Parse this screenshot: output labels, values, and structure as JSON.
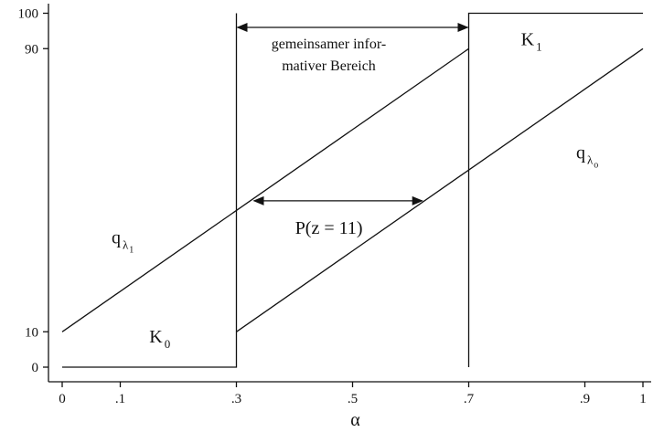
{
  "chart_data": {
    "type": "line",
    "xlabel": "α",
    "ylabel": "",
    "xlim": [
      0,
      1
    ],
    "ylim": [
      0,
      100
    ],
    "x_ticks": [
      {
        "value": 0,
        "label": "0"
      },
      {
        "value": 0.1,
        "label": ".1"
      },
      {
        "value": 0.3,
        "label": ".3"
      },
      {
        "value": 0.5,
        "label": ".5"
      },
      {
        "value": 0.7,
        "label": ".7"
      },
      {
        "value": 0.9,
        "label": ".9"
      },
      {
        "value": 1,
        "label": "1"
      }
    ],
    "y_ticks": [
      {
        "value": 0,
        "label": "0"
      },
      {
        "value": 10,
        "label": "10"
      },
      {
        "value": 90,
        "label": "90"
      },
      {
        "value": 100,
        "label": "100"
      }
    ],
    "series": [
      {
        "key": "q1",
        "x": [
          0,
          0.7
        ],
        "y": [
          10,
          90
        ]
      },
      {
        "key": "q0",
        "x": [
          0.3,
          1
        ],
        "y": [
          10,
          90
        ]
      },
      {
        "key": "k0",
        "x": [
          0,
          0.3,
          0.3
        ],
        "y": [
          0,
          0,
          100
        ]
      },
      {
        "key": "k1",
        "x": [
          0.7,
          0.7,
          1
        ],
        "y": [
          0,
          100,
          100
        ]
      }
    ],
    "annotations": {
      "k0_label": {
        "main": "K",
        "sub": "0",
        "x": 0.15,
        "y": 7
      },
      "k1_label": {
        "main": "K",
        "sub": "1",
        "x": 0.79,
        "y": 91
      },
      "q1_label": {
        "main": "q",
        "sub": "λ",
        "subsub": "1",
        "x": 0.085,
        "y": 35
      },
      "q0_label": {
        "main": "q",
        "sub": "λ",
        "subsub": "o",
        "x": 0.885,
        "y": 59
      },
      "shared_region": {
        "line1": "gemeinsamer infor-",
        "line2": "mativer Bereich",
        "from": 0.3,
        "to": 0.7,
        "y": 96
      },
      "probability": {
        "text": "P(z = 11)",
        "from": 0.33,
        "to": 0.62,
        "y": 47
      }
    }
  }
}
